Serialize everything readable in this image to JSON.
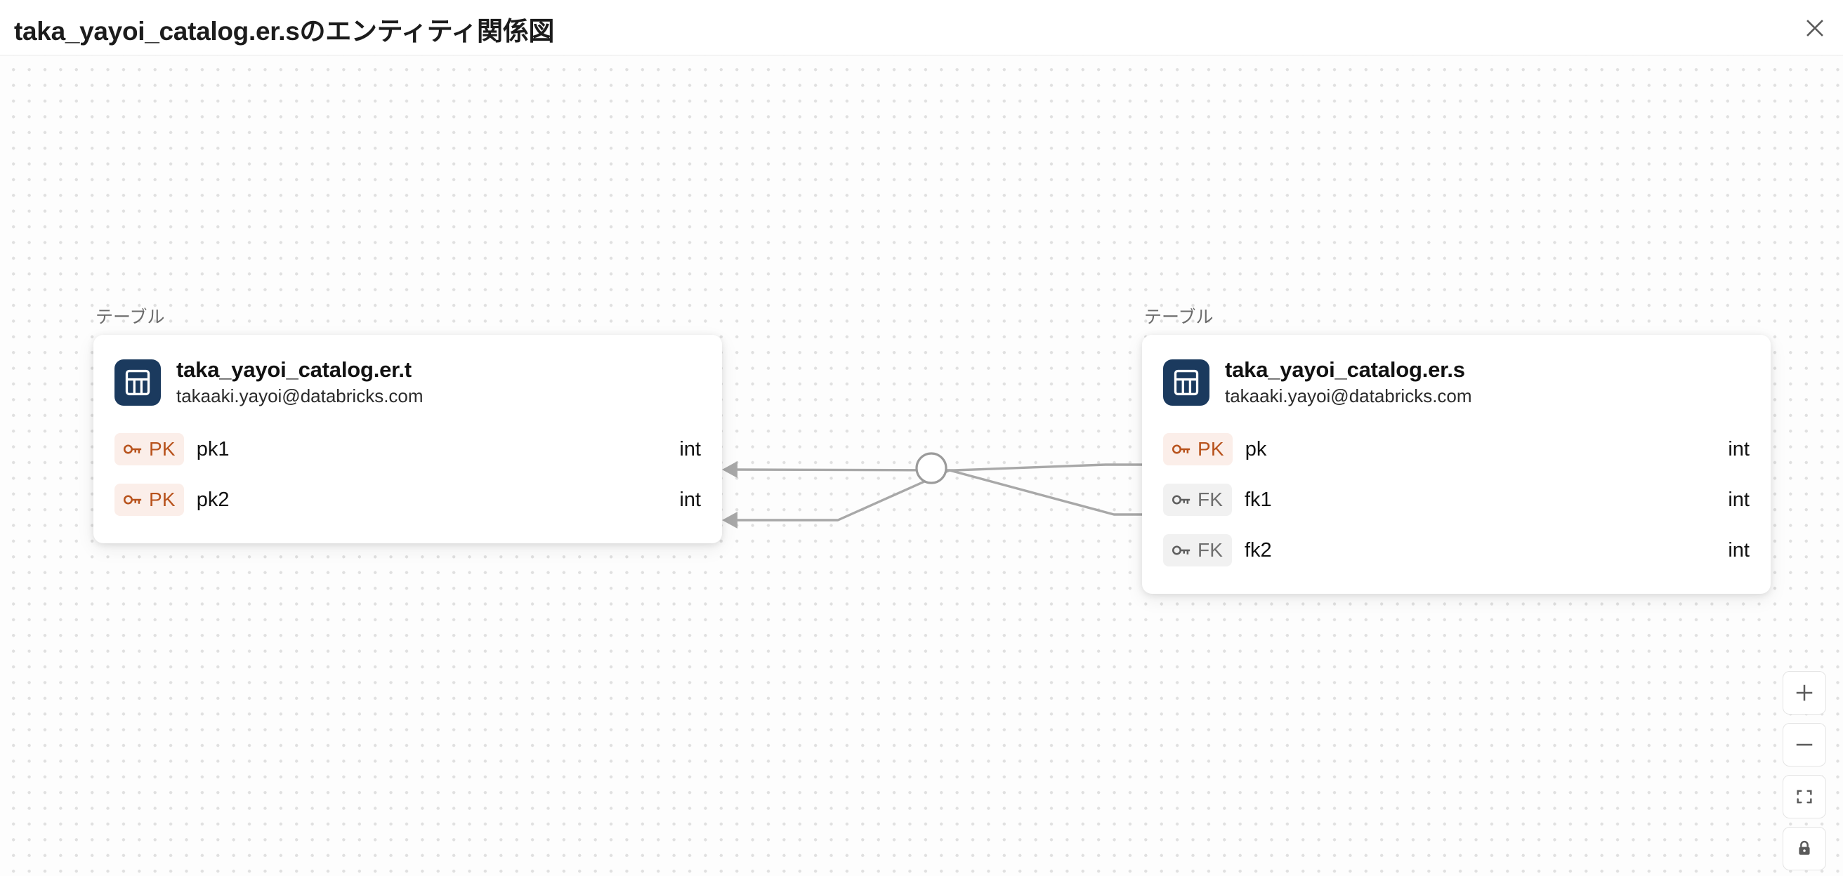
{
  "header": {
    "title": "taka_yayoi_catalog.er.sのエンティティ関係図",
    "close_label": "×"
  },
  "canvas": {
    "background_color": "#fdfdfd",
    "dot_color": "#e0e0e0",
    "edge_color": "#a8a8a8"
  },
  "colors": {
    "icon_navy": "#1b3a5e",
    "pk_badge_bg": "#fbeee9",
    "pk_badge_fg": "#b8531d",
    "fk_badge_bg": "#f1f1f1",
    "fk_badge_fg": "#6f6f6f"
  },
  "tables": [
    {
      "group_label": "テーブル",
      "icon": "table-icon",
      "name": "taka_yayoi_catalog.er.t",
      "owner": "takaaki.yayoi@databricks.com",
      "columns": [
        {
          "key": "PK",
          "key_icon": "key-icon",
          "name": "pk1",
          "type": "int"
        },
        {
          "key": "PK",
          "key_icon": "key-icon",
          "name": "pk2",
          "type": "int"
        }
      ]
    },
    {
      "group_label": "テーブル",
      "icon": "table-icon",
      "name": "taka_yayoi_catalog.er.s",
      "owner": "takaaki.yayoi@databricks.com",
      "columns": [
        {
          "key": "PK",
          "key_icon": "key-icon",
          "name": "pk",
          "type": "int"
        },
        {
          "key": "FK",
          "key_icon": "key-icon",
          "name": "fk1",
          "type": "int"
        },
        {
          "key": "FK",
          "key_icon": "key-icon",
          "name": "fk2",
          "type": "int"
        }
      ]
    }
  ],
  "relationships": [
    {
      "from": "taka_yayoi_catalog.er.s.fk1",
      "to": "taka_yayoi_catalog.er.t.pk1"
    },
    {
      "from": "taka_yayoi_catalog.er.s.fk2",
      "to": "taka_yayoi_catalog.er.t.pk2"
    }
  ],
  "controls": [
    {
      "name": "zoom-in-button",
      "icon": "plus-icon",
      "label": "+"
    },
    {
      "name": "zoom-out-button",
      "icon": "minus-icon",
      "label": "−"
    },
    {
      "name": "fit-view-button",
      "icon": "fit-view-icon",
      "label": ""
    },
    {
      "name": "lock-button",
      "icon": "lock-icon",
      "label": ""
    }
  ]
}
